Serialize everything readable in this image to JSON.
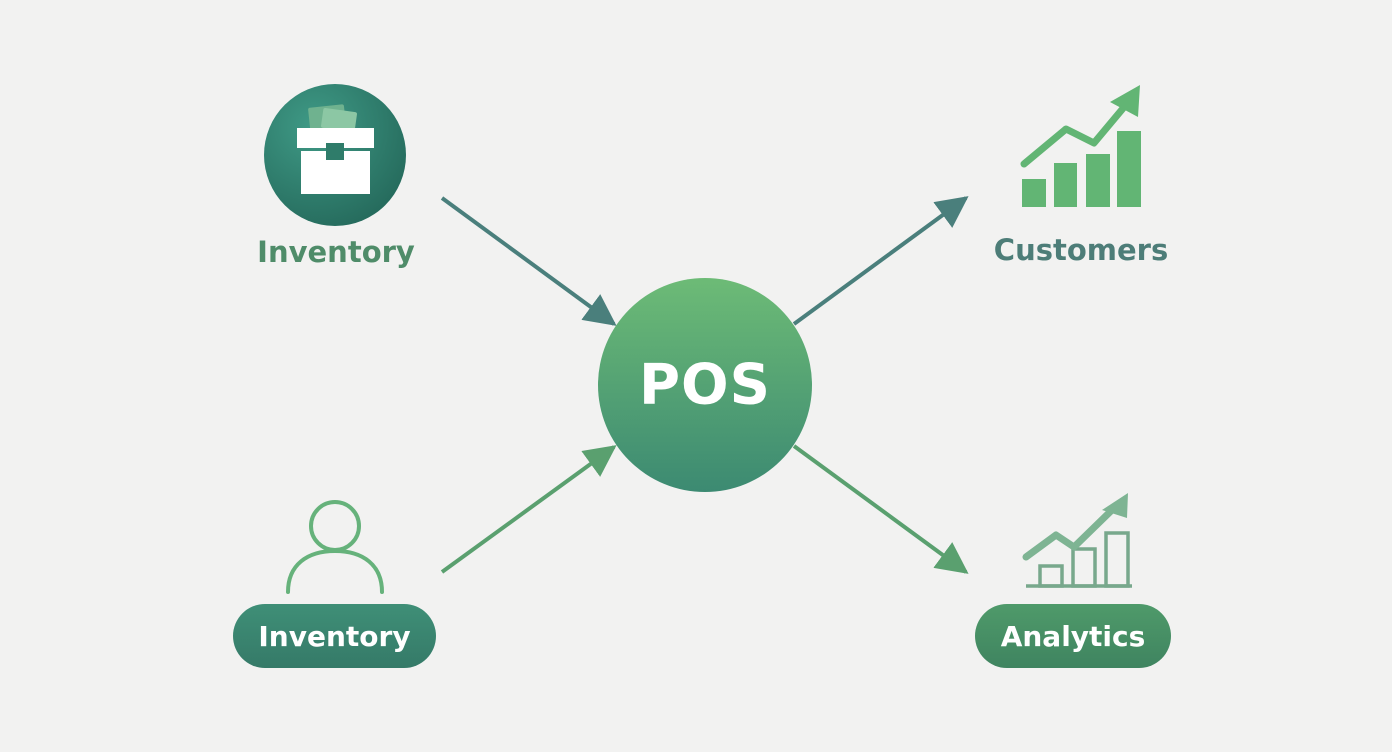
{
  "center": {
    "label": "POS"
  },
  "nodes": {
    "inventory_top": {
      "label": "Inventory",
      "icon": "inventory-box-icon"
    },
    "customers": {
      "label": "Customers",
      "icon": "bar-chart-trend-icon"
    },
    "inventory_bottom": {
      "label": "Inventory",
      "icon": "person-icon"
    },
    "analytics": {
      "label": "Analytics",
      "icon": "outline-bar-chart-trend-icon"
    }
  },
  "colors": {
    "background": "#f2f2f1",
    "teal_dark": "#2f7c6a",
    "green": "#63b56f",
    "arrow_teal": "#4a7f7c",
    "arrow_green": "#5aa06f"
  }
}
